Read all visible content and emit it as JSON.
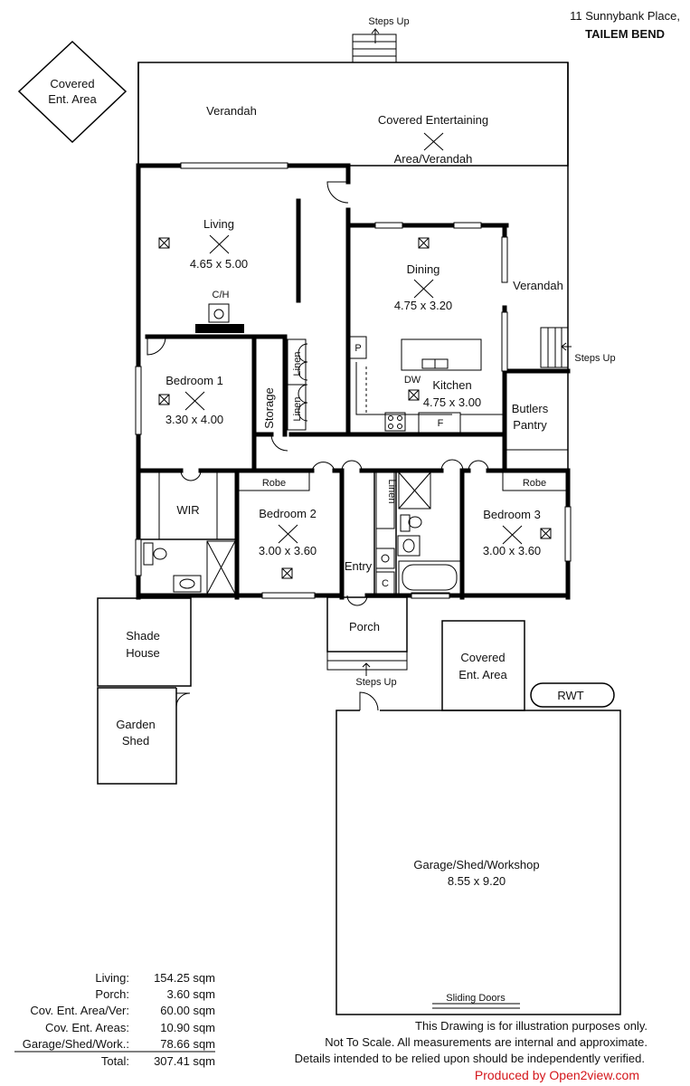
{
  "address": {
    "line1": "11 Sunnybank Place,",
    "line2": "TAILEM BEND"
  },
  "rooms": {
    "covered_ent_area_top": {
      "line1": "Covered",
      "line2": "Ent. Area"
    },
    "verandah_north": "Verandah",
    "covered_entertaining": {
      "line1": "Covered Entertaining",
      "line2": "Area/Verandah"
    },
    "steps_up_top": "Steps Up",
    "living": {
      "name": "Living",
      "size": "4.65 x 5.00"
    },
    "ch": "C/H",
    "dining": {
      "name": "Dining",
      "size": "4.75 x 3.20"
    },
    "verandah_east": "Verandah",
    "steps_up_east": "Steps Up",
    "pantry_p": "P",
    "dw": "DW",
    "kitchen": {
      "name": "Kitchen",
      "size": "4.75 x 3.00"
    },
    "fridge_f": "F",
    "butlers_pantry": {
      "line1": "Butlers",
      "line2": "Pantry"
    },
    "bedroom1": {
      "name": "Bedroom 1",
      "size": "3.30 x 4.00"
    },
    "storage": "Storage",
    "linen1": "Linen",
    "linen2": "Linen",
    "wir": "WIR",
    "robe2": "Robe",
    "bedroom2": {
      "name": "Bedroom 2",
      "size": "3.00 x 3.60"
    },
    "linen3": "Linen",
    "entry": "Entry",
    "cupboard_c": "C",
    "robe3": "Robe",
    "bedroom3": {
      "name": "Bedroom 3",
      "size": "3.00 x 3.60"
    },
    "porch": "Porch",
    "steps_up_porch": "Steps Up",
    "shade_house": {
      "line1": "Shade",
      "line2": "House"
    },
    "garden_shed": {
      "line1": "Garden",
      "line2": "Shed"
    },
    "covered_ent_area_bottom": {
      "line1": "Covered",
      "line2": "Ent. Area"
    },
    "rwt": "RWT",
    "garage": {
      "name": "Garage/Shed/Workshop",
      "size": "8.55 x 9.20"
    },
    "sliding_doors": "Sliding Doors"
  },
  "areas": [
    {
      "label": "Living:",
      "value": "154.25 sqm"
    },
    {
      "label": "Porch:",
      "value": "3.60 sqm"
    },
    {
      "label": "Cov. Ent. Area/Ver:",
      "value": "60.00 sqm"
    },
    {
      "label": "Cov. Ent. Areas:",
      "value": "10.90 sqm"
    },
    {
      "label": "Garage/Shed/Work.:",
      "value": "78.66 sqm"
    },
    {
      "label": "Total:",
      "value": "307.41 sqm"
    }
  ],
  "disclaimer": {
    "line1": "This Drawing is for illustration purposes only.",
    "line2": "Not To Scale. All measurements are internal and approximate.",
    "line3": "Details intended to be relied upon should be independently verified."
  },
  "credit": "Produced by Open2view.com",
  "colors": {
    "credit": "#d4161b",
    "walls": "#000000"
  }
}
